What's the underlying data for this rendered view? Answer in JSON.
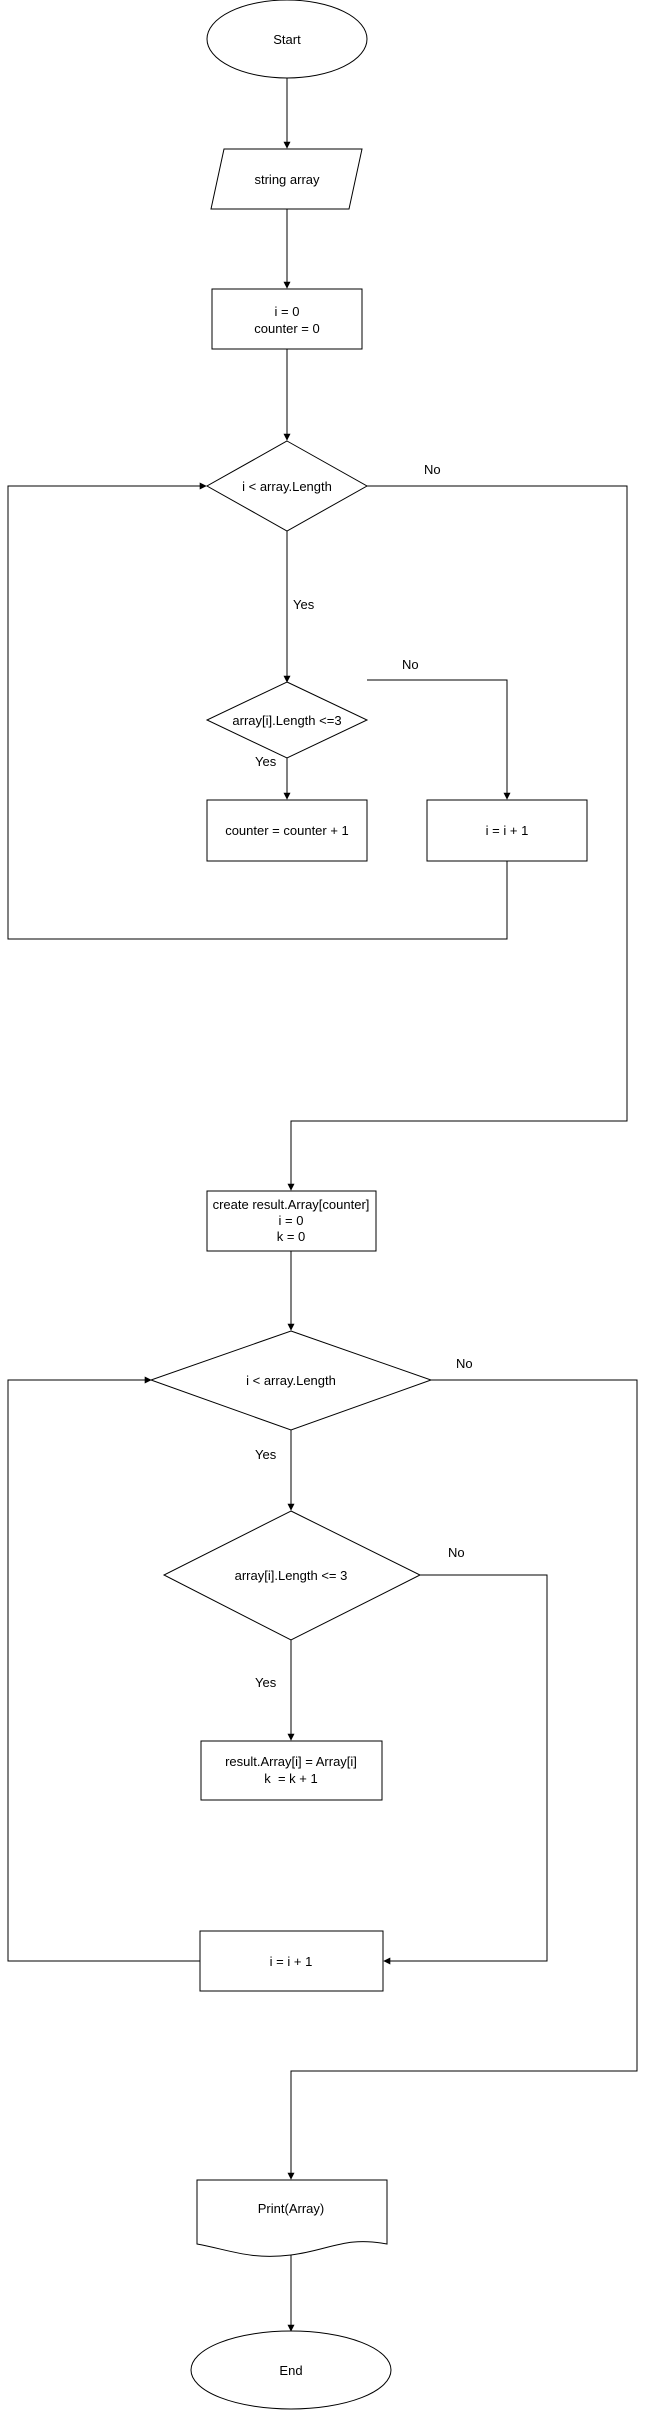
{
  "flowchart": {
    "start": "Start",
    "input": "string array",
    "init": [
      "i = 0",
      "counter = 0"
    ],
    "loop1_condition": "i < array.Length",
    "check1_condition": "array[i].Length <=3",
    "increment_counter": "counter = counter + 1",
    "increment_i_1": "i = i + 1",
    "create_result": [
      "create result.Array[counter]",
      "i = 0",
      "k = 0"
    ],
    "loop2_condition": "i < array.Length",
    "check2_condition": "array[i].Length <= 3",
    "assign_result": [
      "result.Array[i] = Array[i]",
      "k  = k + 1"
    ],
    "increment_i_2": "i = i + 1",
    "print": "Print(Array)",
    "end": "End"
  },
  "edge_labels": {
    "loop1_no": "No",
    "loop1_yes": "Yes",
    "check1_no": "No",
    "check1_yes": "Yes",
    "loop2_no": "No",
    "loop2_yes": "Yes",
    "check2_no": "No",
    "check2_yes": "Yes"
  }
}
